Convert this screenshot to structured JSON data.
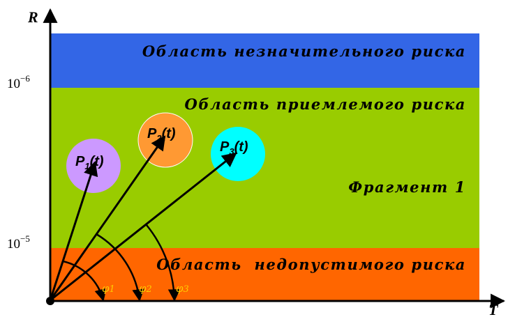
{
  "axes": {
    "y_label": "R",
    "x_label": "T",
    "ticks": [
      {
        "base": "10",
        "exp": "−6"
      },
      {
        "base": "10",
        "exp": "−5"
      }
    ]
  },
  "zones": {
    "negligible": {
      "label": "Область незначительного риска",
      "color": "#3366e6"
    },
    "acceptable": {
      "label": "Область приемлемого риска",
      "color": "#99cc00"
    },
    "fragment": {
      "label": "Фрагмент 1"
    },
    "unacceptable": {
      "label": "Область  недопустимого риска",
      "color": "#ff6600"
    }
  },
  "points": [
    {
      "letter": "P",
      "sub": "1",
      "arg": "(t)",
      "color": "#cc99ff"
    },
    {
      "letter": "P",
      "sub": "2",
      "arg": "(t)",
      "color": "#ff9933"
    },
    {
      "letter": "P",
      "sub": "3",
      "arg": "(t)",
      "color": "#00ffff"
    }
  ],
  "angles": [
    {
      "symbol": "φ",
      "sub": "1"
    },
    {
      "symbol": "φ",
      "sub": "2"
    },
    {
      "symbol": "φ",
      "sub": "3"
    }
  ],
  "colors": {
    "angle_label": "#ffcc00",
    "axis": "#000000"
  }
}
